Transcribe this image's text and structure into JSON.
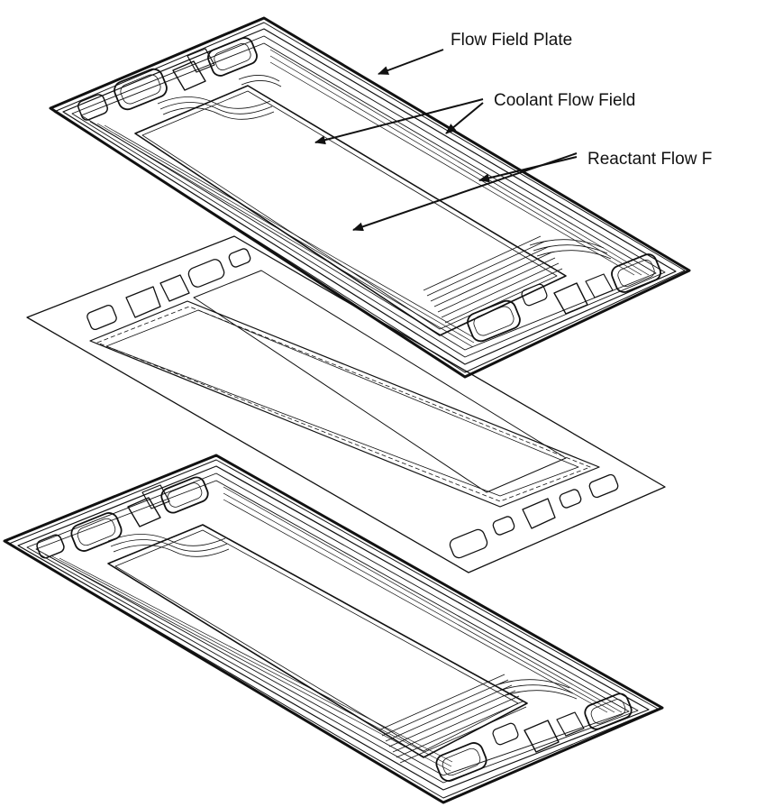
{
  "labels": {
    "flow_field_plate": "Flow Field Plate",
    "coolant_flow_field": "Coolant Flow Field",
    "reactant_flow_field": "Reactant Flow F"
  },
  "colors": {
    "ink": "#111111",
    "background": "#ffffff"
  }
}
